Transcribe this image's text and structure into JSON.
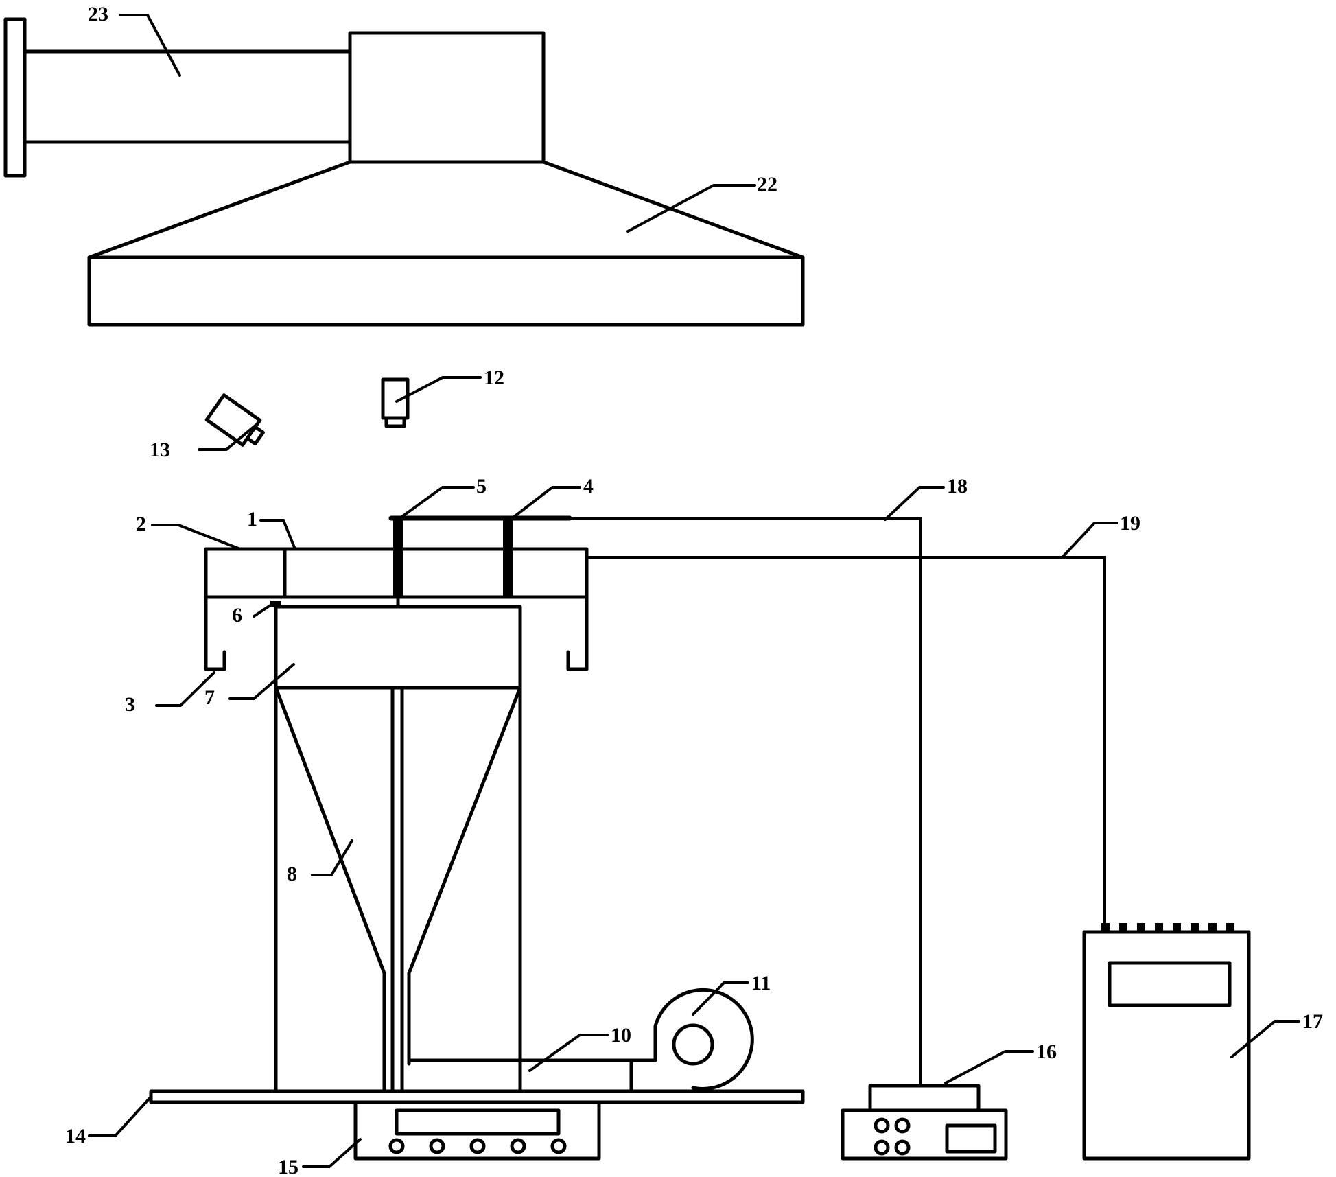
{
  "labels": {
    "l1": "1",
    "l2": "2",
    "l3": "3",
    "l4": "4",
    "l5": "5",
    "l6": "6",
    "l7": "7",
    "l8": "8",
    "l10": "10",
    "l11": "11",
    "l12": "12",
    "l13": "13",
    "l14": "14",
    "l15": "15",
    "l16": "16",
    "l17": "17",
    "l18": "18",
    "l19": "19",
    "l22": "22",
    "l23": "23"
  }
}
